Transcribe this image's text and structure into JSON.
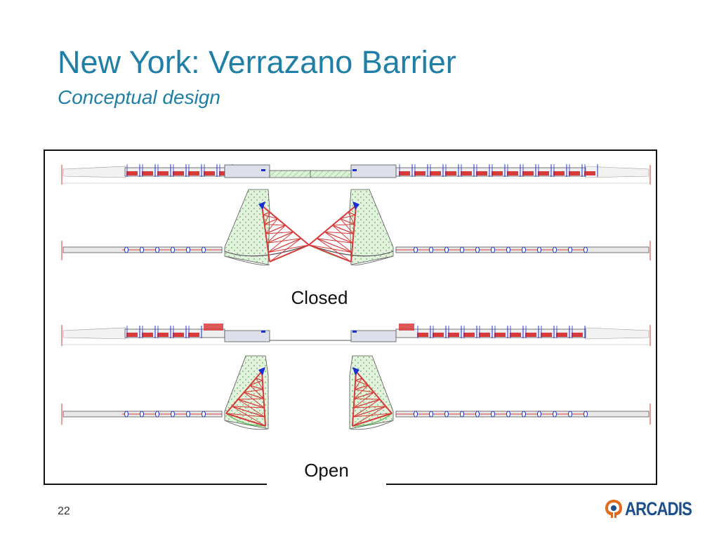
{
  "slide": {
    "title": "New York: Verrazano Barrier",
    "subtitle": "Conceptual design",
    "page_number": "22"
  },
  "diagram": {
    "states": [
      {
        "label": "Closed"
      },
      {
        "label": "Open"
      }
    ]
  },
  "logo": {
    "text": "ARCADIS",
    "icon": "arcadis-logo-icon"
  },
  "colors": {
    "title": "#1f7fa6",
    "truss": "#d83a3a",
    "gate_fill": "#dff0d8",
    "gate_dots": "#6cbf6c",
    "pivot": "#1a2fd0",
    "logo": "#1d4f8a",
    "logo_accent": "#e06a1e"
  }
}
